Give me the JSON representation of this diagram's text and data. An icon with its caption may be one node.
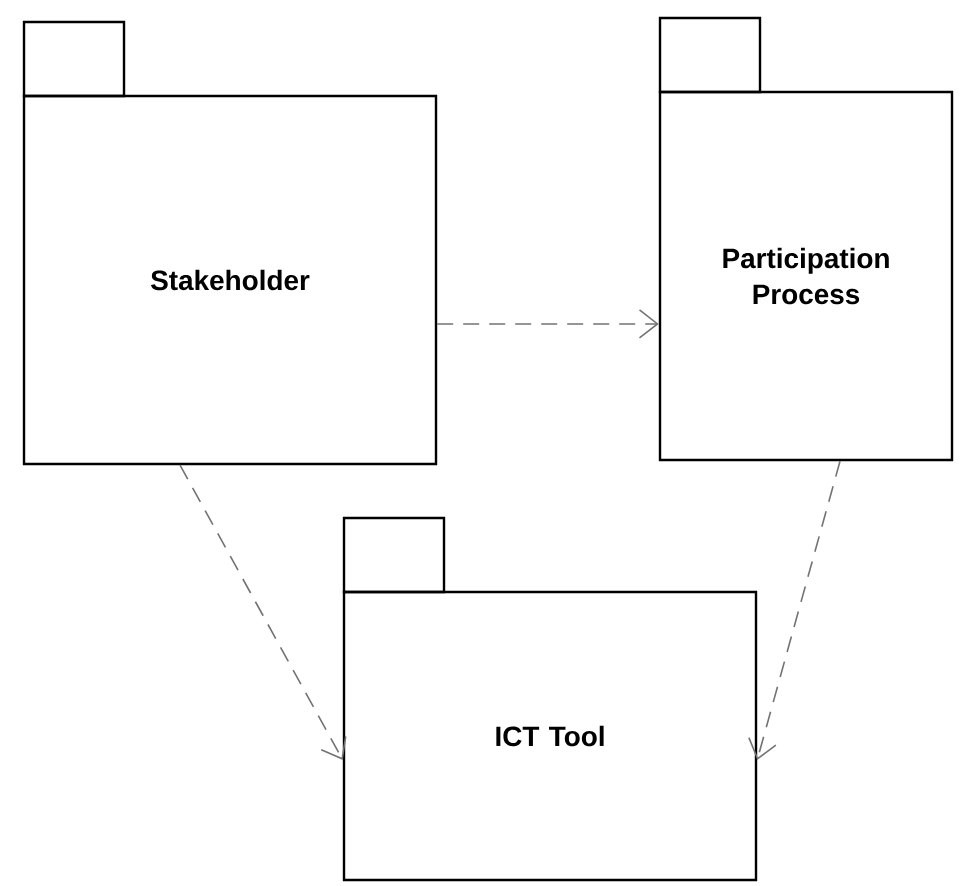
{
  "diagram": {
    "nodes": [
      {
        "text": [
          "Stakeholder"
        ]
      },
      {
        "text": [
          "Participation Process"
        ]
      },
      {
        "text": [
          "ICT Tool"
        ]
      }
    ],
    "edges": [
      {
        "from": 0,
        "to": 1,
        "arrow": "to",
        "style": "dashed"
      },
      {
        "from": 0,
        "to": 2,
        "arrow": "to",
        "style": "dashed"
      },
      {
        "from": 1,
        "to": 2,
        "arrow": "to",
        "style": "dashed"
      }
    ]
  }
}
